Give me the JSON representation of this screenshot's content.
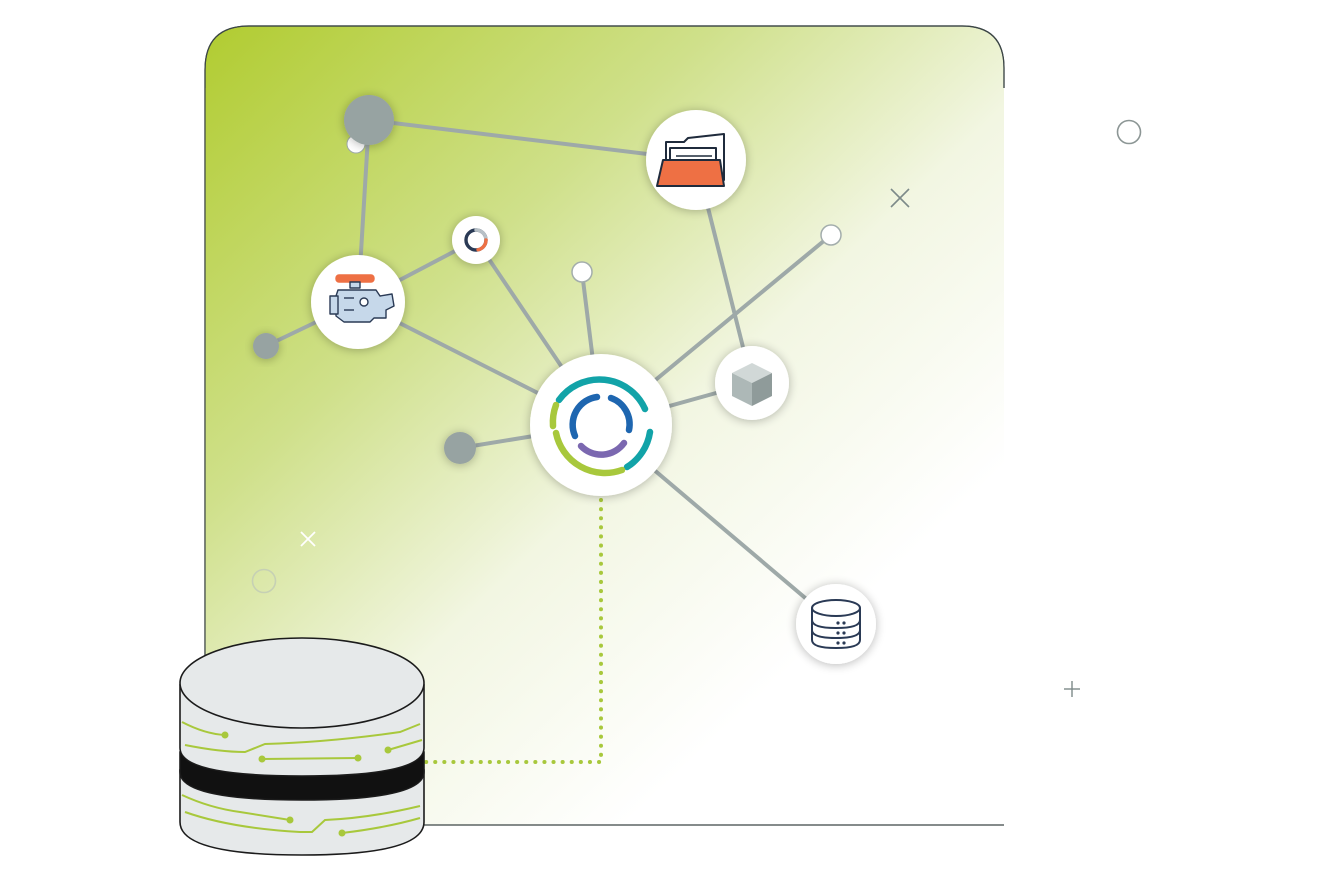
{
  "colors": {
    "panel_gradient_start": "#b1cc31",
    "panel_gradient_end": "#ffffff",
    "connector_line": "#9ea9a8",
    "dotted_link": "#a8c83c",
    "node_gray": "#97a3a2",
    "folder_orange": "#ee7044",
    "icon_navy": "#2a3a55",
    "ring_teal": "#12a3a8",
    "ring_blue": "#1e66b0",
    "ring_purple": "#7b68b0",
    "ring_green": "#a8c83c",
    "disk_fill": "#e6e9ea",
    "disk_band": "#111111"
  },
  "diagram": {
    "hub_icon": "segmented-ring-logo-icon",
    "nodes": [
      {
        "name": "folder-node",
        "icon": "folder-icon"
      },
      {
        "name": "engine-node",
        "icon": "engine-icon"
      },
      {
        "name": "progress-node",
        "icon": "progress-ring-icon"
      },
      {
        "name": "cube-node",
        "icon": "cube-icon"
      },
      {
        "name": "server-node",
        "icon": "server-stack-icon"
      },
      {
        "name": "database-disk",
        "icon": "database-cylinder-icon"
      }
    ],
    "decorations": [
      "x-mark-icon",
      "plus-mark-icon",
      "ring-outline-icon"
    ]
  }
}
